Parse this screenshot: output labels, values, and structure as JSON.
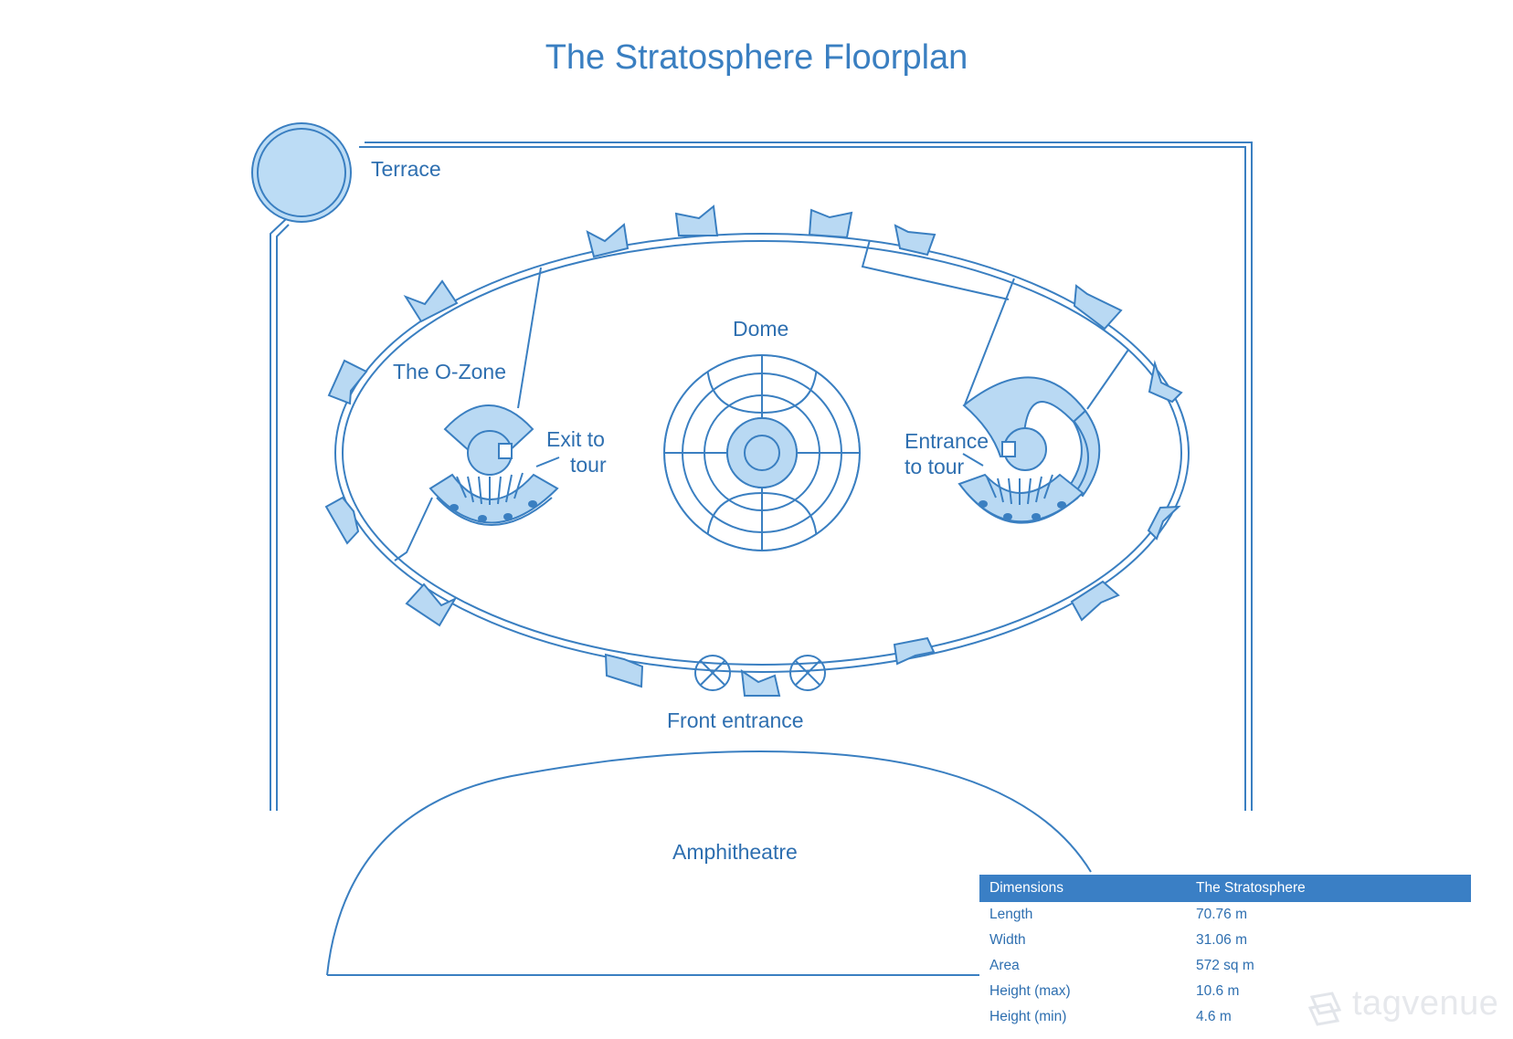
{
  "title": "The Stratosphere Floorplan",
  "labels": {
    "terrace": "Terrace",
    "o_zone": "The O-Zone",
    "dome": "Dome",
    "exit_line1": "Exit to",
    "exit_line2": "tour",
    "entrance_line1": "Entrance",
    "entrance_line2": "to tour",
    "front_entrance": "Front entrance",
    "amphitheatre": "Amphitheatre"
  },
  "dimensions": {
    "headers": [
      "Dimensions",
      "The Stratosphere"
    ],
    "rows": [
      [
        "Length",
        "70.76 m"
      ],
      [
        "Width",
        "31.06 m"
      ],
      [
        "Area",
        "572 sq m"
      ],
      [
        "Height (max)",
        "10.6 m"
      ],
      [
        "Height (min)",
        "4.6 m"
      ]
    ]
  },
  "watermark": "tagvenue",
  "colors": {
    "line": "#3a7fc1",
    "fill": "#b9d9f3",
    "header": "#3a7fc5"
  }
}
